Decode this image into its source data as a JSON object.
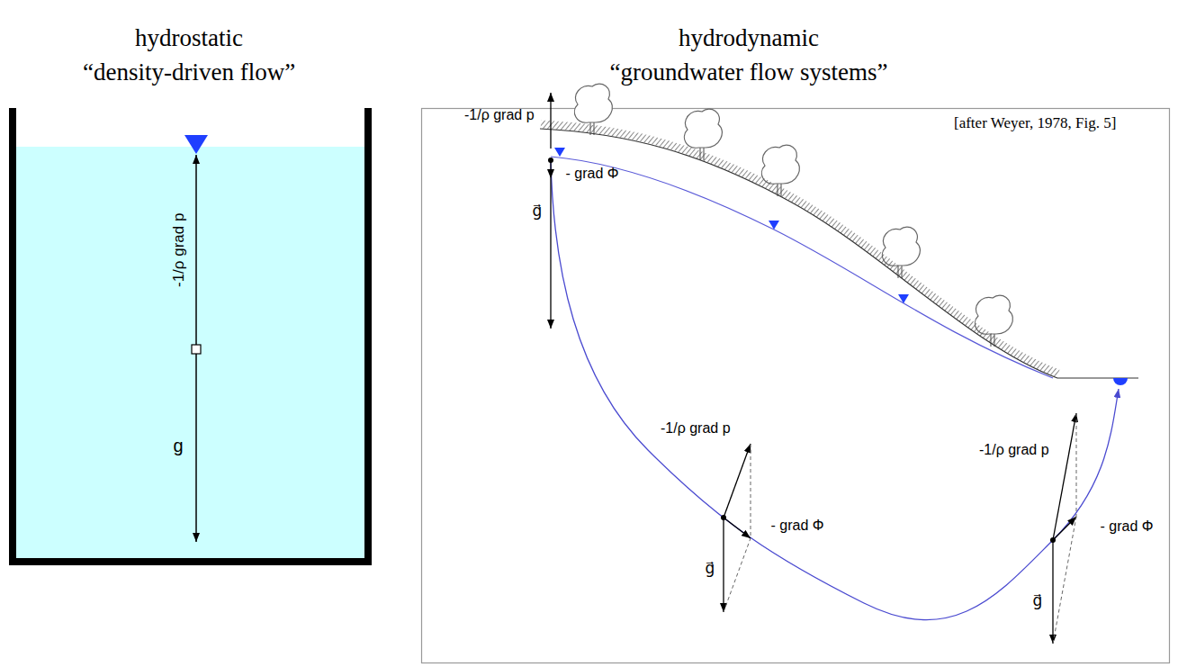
{
  "diagram": {
    "labels": [
      "hydrostatic",
      "“density-driven flow”",
      "hydrodynamic",
      "“groundwater flow systems”",
      "-1/ρ grad p",
      "g",
      "[after Weyer, 1978, Fig. 5]",
      "-1/ρ grad p",
      "- grad Φ",
      "g⃗",
      "-1/ρ grad p",
      "- grad Φ",
      "g⃗",
      "-1/ρ grad p",
      "- grad Φ",
      "g⃗"
    ]
  }
}
